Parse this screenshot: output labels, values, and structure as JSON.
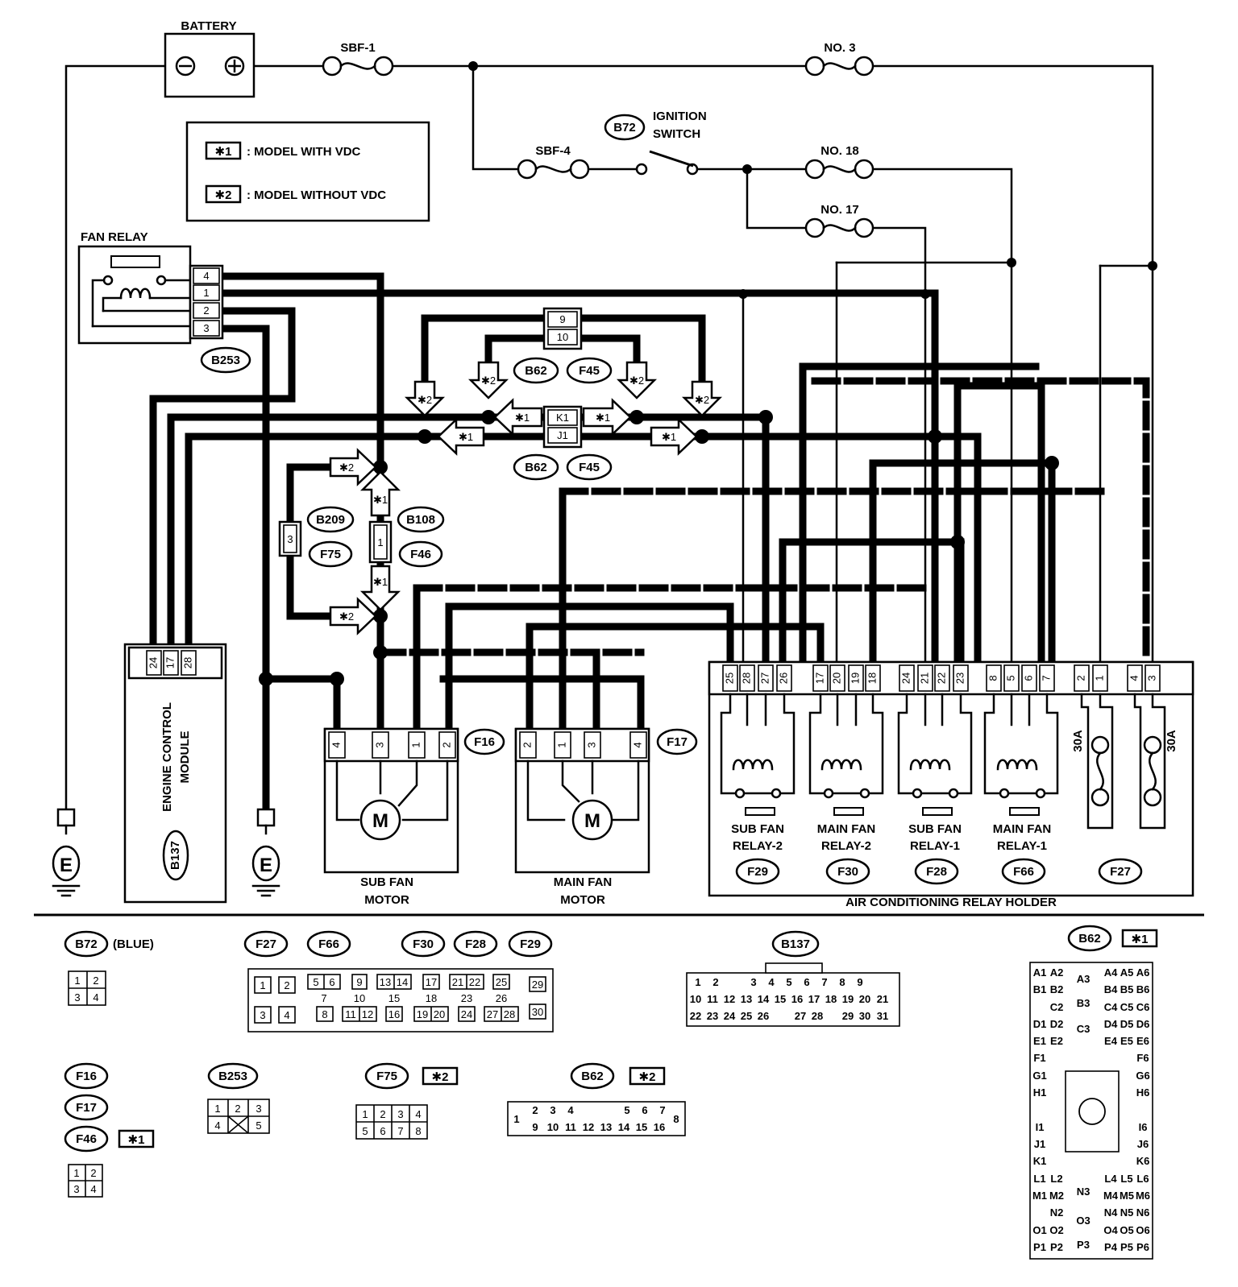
{
  "labels": {
    "battery": "BATTERY",
    "sbf1": "SBF-1",
    "sbf4": "SBF-4",
    "no3": "NO. 3",
    "no18": "NO. 18",
    "no17": "NO. 17",
    "ign1": "IGNITION",
    "ign2": "SWITCH",
    "fan_relay": "FAN RELAY",
    "legend1": ": MODEL WITH VDC",
    "legend2": ": MODEL WITHOUT VDC",
    "ecm1": "ENGINE CONTROL",
    "ecm2": "MODULE",
    "sub_fan1": "SUB FAN",
    "sub_fan2": "MOTOR",
    "main_fan1": "MAIN FAN",
    "main_fan2": "MOTOR",
    "r_sub2a": "SUB FAN",
    "r_sub2b": "RELAY-2",
    "r_main2a": "MAIN FAN",
    "r_main2b": "RELAY-2",
    "r_sub1a": "SUB FAN",
    "r_sub1b": "RELAY-1",
    "r_main1a": "MAIN FAN",
    "r_main1b": "RELAY-1",
    "fuse30a": "30A",
    "relay_holder": "AIR CONDITIONING RELAY HOLDER",
    "blue": "(BLUE)",
    "ground": "E",
    "motor": "M"
  },
  "connectors": {
    "B72": "B72",
    "B253": "B253",
    "B62": "B62",
    "F45": "F45",
    "B209": "B209",
    "F75": "F75",
    "B108": "B108",
    "F46": "F46",
    "B137": "B137",
    "F16": "F16",
    "F17": "F17",
    "F29": "F29",
    "F30": "F30",
    "F28": "F28",
    "F66": "F66",
    "F27": "F27"
  },
  "marks": {
    "m1": "✱1",
    "m2": "✱2"
  },
  "pins": {
    "fan_relay": [
      "4",
      "1",
      "2",
      "3"
    ],
    "ecm": [
      "24",
      "17",
      "28"
    ],
    "b62_f45_top": [
      "9",
      "10"
    ],
    "b62_f45_mid": [
      "K1",
      "J1"
    ],
    "b209": "3",
    "b108": "1",
    "f16": [
      "4",
      "3",
      "1",
      "2"
    ],
    "f17": [
      "2",
      "1",
      "3",
      "4"
    ],
    "holder": [
      "25",
      "28",
      "27",
      "26",
      "17",
      "20",
      "19",
      "18",
      "24",
      "21",
      "22",
      "23",
      "8",
      "5",
      "6",
      "7",
      "2",
      "1",
      "4",
      "3"
    ]
  }
}
